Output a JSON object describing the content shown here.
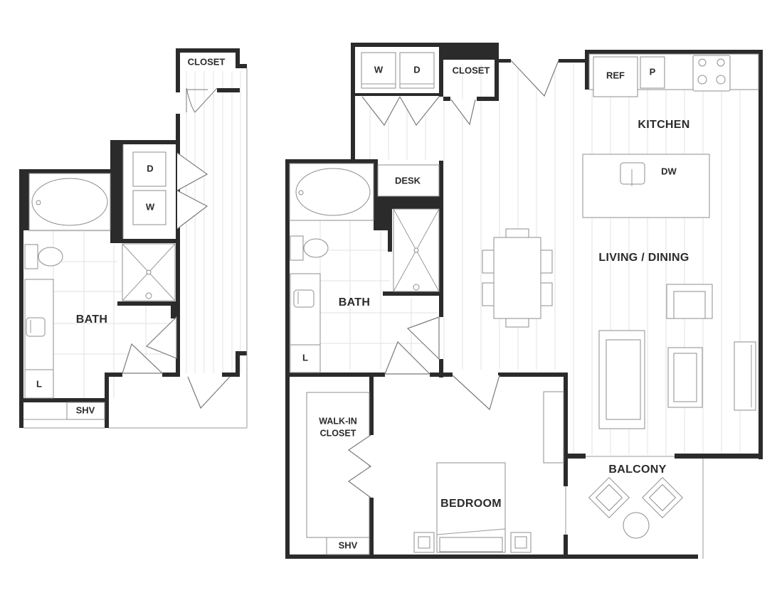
{
  "plan_inset": {
    "labels": {
      "closet": "CLOSET",
      "dryer": "D",
      "washer": "W",
      "bath": "BATH",
      "linen": "L",
      "shelving": "SHV"
    }
  },
  "plan_main": {
    "labels": {
      "washer": "W",
      "dryer": "D",
      "closet": "CLOSET",
      "refrigerator": "REF",
      "pantry": "P",
      "kitchen": "KITCHEN",
      "dishwasher": "DW",
      "desk": "DESK",
      "living_dining": "LIVING / DINING",
      "bath": "BATH",
      "linen": "L",
      "walk_in_closet_line1": "WALK-IN",
      "walk_in_closet_line2": "CLOSET",
      "bedroom": "BEDROOM",
      "balcony": "BALCONY",
      "shelving": "SHV"
    }
  }
}
